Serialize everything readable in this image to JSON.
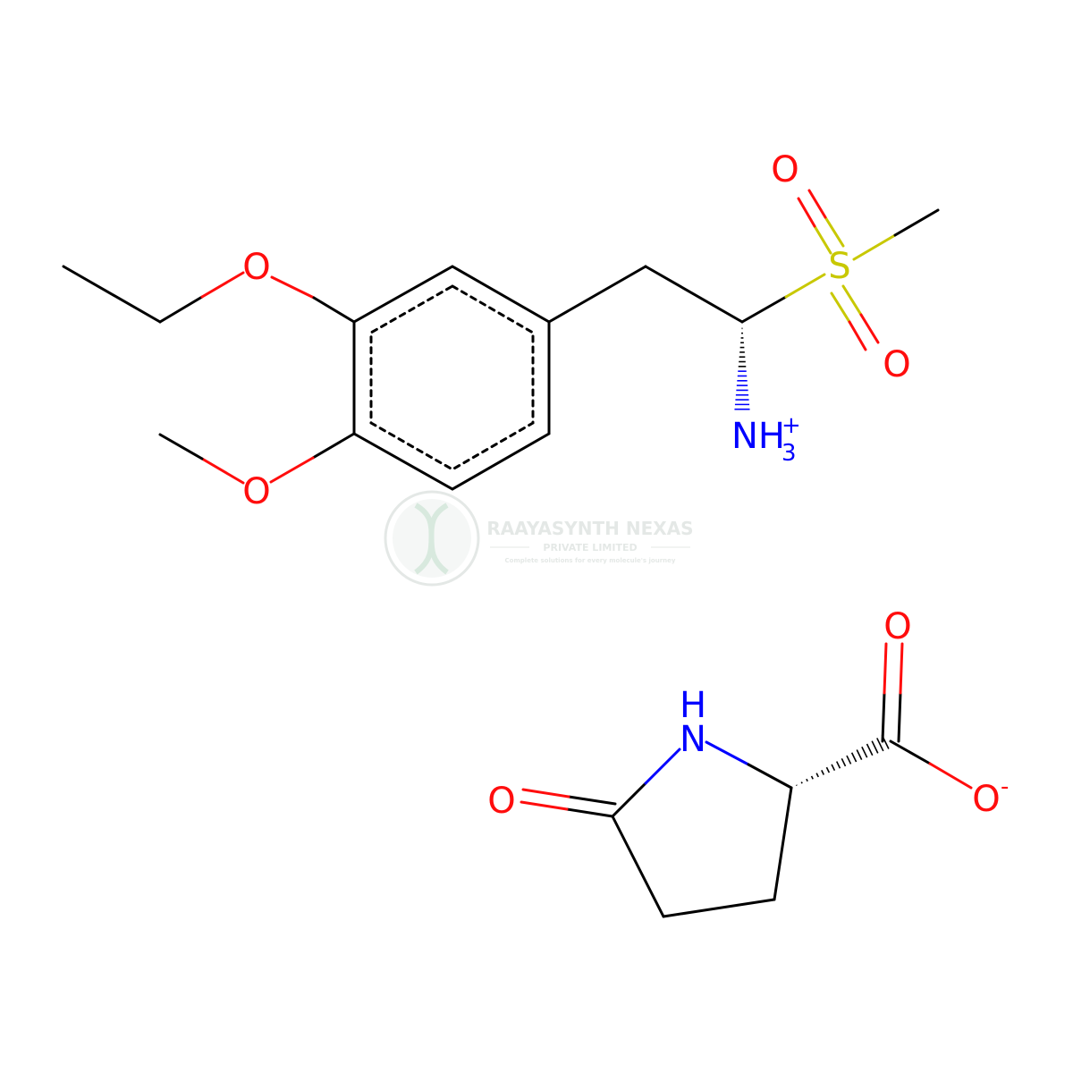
{
  "colors": {
    "bond": "#000000",
    "oxygen": "#ff0d0d",
    "nitrogen": "#0000ff",
    "sulfur": "#c8c800",
    "watermark": "#cfd6d2"
  },
  "atoms": {
    "ethoxy_o": "O",
    "methoxy_o": "O",
    "sulfonyl_o_top": "O",
    "sulfonyl_o_bottom": "O",
    "sulfur": "S",
    "ammonium_n": "NH",
    "ammonium_h_count": "3",
    "ammonium_charge": "+",
    "lactam_o": "O",
    "lactam_n": "N",
    "lactam_h": "H",
    "carbonyl_o": "O",
    "carboxylate_o": "O",
    "carboxylate_charge": "-"
  },
  "watermark": {
    "company": "RAAYASYNTH NEXAS",
    "subtitle": "PRIVATE LIMITED",
    "tagline": "Complete solutions for every molecule's journey"
  }
}
